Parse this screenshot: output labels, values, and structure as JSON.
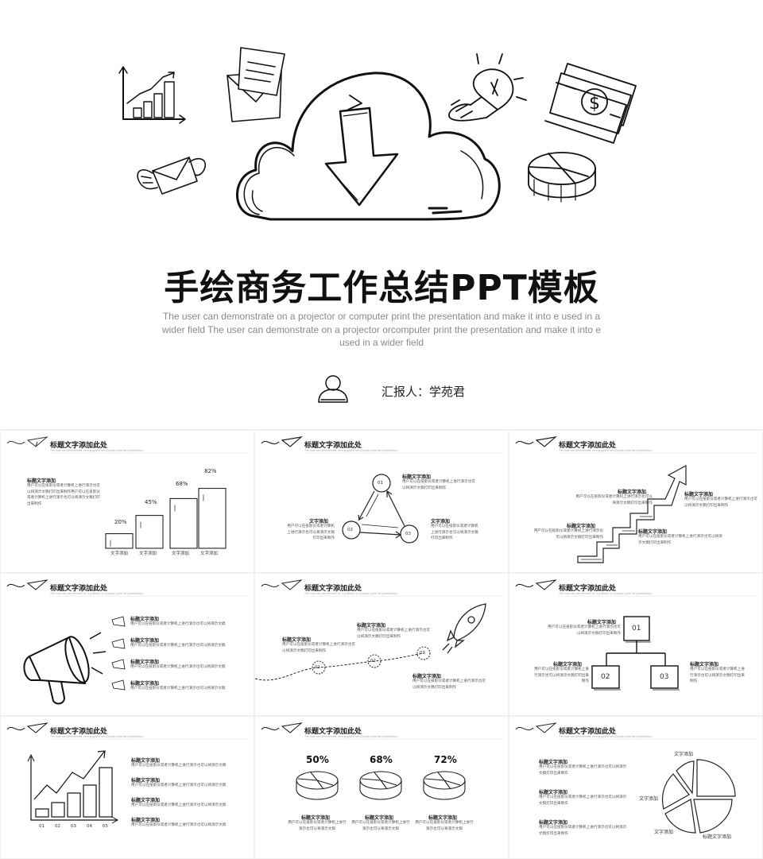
{
  "cover": {
    "title": "手绘商务工作总结PPT模板",
    "subtitle": "The user can demonstrate on a projector or computer print the presentation and make it into e used in a wider field The user can demonstrate on a projector orcomputer print the presentation and make it into e used in a wider field",
    "reporter": "汇报人：学苑君"
  },
  "slide_common": {
    "title": "标题文字添加此处",
    "subtitle": "The user can demonstrate on a projector or computer print the presentation."
  },
  "slide1": {
    "heading": "标题文字添加",
    "desc": "用户可以在投影仪或者计算机上进行演示也可以将演示文稿打印出来制作用户可以在投影仪或者计算机上进行演示也可以将演示文稿打印出来制作",
    "bars": [
      {
        "pct": "20%",
        "label": "文字添加",
        "value": 20
      },
      {
        "pct": "45%",
        "label": "文字添加",
        "value": 45
      },
      {
        "pct": "68%",
        "label": "文字添加",
        "value": 68
      },
      {
        "pct": "82%",
        "label": "文字添加",
        "value": 82
      }
    ]
  },
  "slide2": {
    "top_heading": "标题文字添加",
    "top_desc": "用户可以在投影仪或者计算机上进行演示也可以将演示文稿打印出来制作",
    "left_heading": "文字添加",
    "left_desc": "用户可以在投影仪或者计算机上进行演示也可以将演示文稿打印出来制作",
    "right_heading": "文字添加",
    "right_desc": "用户可以在投影仪或者计算机上进行演示也可以将演示文稿打印出来制作",
    "nodes": [
      "01",
      "02",
      "03"
    ]
  },
  "slide3": {
    "h1": "标题文字添加",
    "d1": "用户可以在投影仪或者计算机上进行演示也可以将演示文稿打印出来制作",
    "h2": "标题文字添加",
    "d2": "用户可以在投影仪或者计算机上进行演示也可以将演示文稿打印出来制作",
    "h3": "标题文字添加",
    "d3": "用户可以在投影仪或者计算机上进行演示也可以将演示文稿打印出来制作",
    "h4": "标题文字添加",
    "d4": "用户可以在投影仪或者计算机上进行演示也可以将演示文稿打印出来制作"
  },
  "slide4": {
    "items": [
      {
        "heading": "标题文字添加",
        "desc": "用户可以在投影仪或者计算机上进行演示也可以将演示文稿"
      },
      {
        "heading": "标题文字添加",
        "desc": "用户可以在投影仪或者计算机上进行演示也可以将演示文稿"
      },
      {
        "heading": "标题文字添加",
        "desc": "用户可以在投影仪或者计算机上进行演示也可以将演示文稿"
      },
      {
        "heading": "标题文字添加",
        "desc": "用户可以在投影仪或者计算机上进行演示也可以将演示文稿"
      }
    ]
  },
  "slide5": {
    "h1": "标题文字添加",
    "d1": "用户可以在投影仪或者计算机上进行演示也可以将演示文稿打印出来制作",
    "h2": "标题文字添加",
    "d2": "用户可以在投影仪或者计算机上进行演示也可以将演示文稿打印出来制作",
    "h3": "标题文字添加",
    "d3": "用户可以在投影仪或者计算机上进行演示也可以将演示文稿打印出来制作",
    "nodes": [
      "01",
      "02",
      "03"
    ]
  },
  "slide6": {
    "top_heading": "标题文字添加",
    "top_desc": "用户可以在投影仪或者计算机上进行演示也可以将演示文稿打印出来制作",
    "left_heading": "标题文字添加",
    "left_desc": "用户可以在投影仪或者计算机上进行演示也可以将演示文稿打印出来制作",
    "right_heading": "标题文字添加",
    "right_desc": "用户可以在投影仪或者计算机上进行演示也可以将演示文稿打印出来制作",
    "nodes": [
      "01",
      "02",
      "03"
    ]
  },
  "slide7": {
    "items": [
      {
        "heading": "标题文字添加",
        "desc": "用户可以在投影仪或者计算机上进行演示也可以将演示文稿"
      },
      {
        "heading": "标题文字添加",
        "desc": "用户可以在投影仪或者计算机上进行演示也可以将演示文稿"
      },
      {
        "heading": "标题文字添加",
        "desc": "用户可以在投影仪或者计算机上进行演示也可以将演示文稿"
      },
      {
        "heading": "标题文字添加",
        "desc": "用户可以在投影仪或者计算机上进行演示也可以将演示文稿"
      }
    ],
    "axis": [
      "01",
      "02",
      "03",
      "04",
      "05"
    ]
  },
  "slide8": {
    "items": [
      {
        "pct": "50%",
        "heading": "标题文字添加",
        "desc": "用户可以在投影仪或者计算机上进行演示也可以将演示文稿"
      },
      {
        "pct": "68%",
        "heading": "标题文字添加",
        "desc": "用户可以在投影仪或者计算机上进行演示也可以将演示文稿"
      },
      {
        "pct": "72%",
        "heading": "标题文字添加",
        "desc": "用户可以在投影仪或者计算机上进行演示也可以将演示文稿"
      }
    ]
  },
  "slide9": {
    "items": [
      {
        "heading": "标题文字添加",
        "desc": "用户可以在投影仪或者计算机上进行演示也可以将演示文稿打印出来制作"
      },
      {
        "heading": "标题文字添加",
        "desc": "用户可以在投影仪或者计算机上进行演示也可以将演示文稿打印出来制作"
      },
      {
        "heading": "标题文字添加",
        "desc": "用户可以在投影仪或者计算机上进行演示也可以将演示文稿打印出来制作"
      }
    ],
    "pie_labels": [
      "文字添加",
      "文字添加",
      "文字添加",
      "标题文字添加"
    ]
  }
}
